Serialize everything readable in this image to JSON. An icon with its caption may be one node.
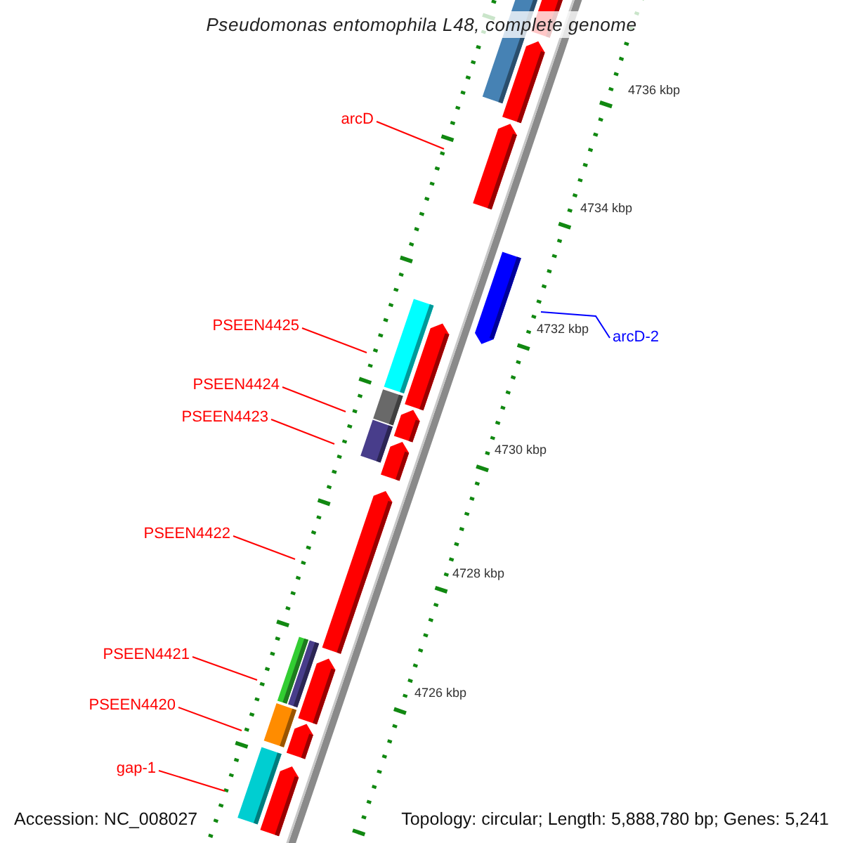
{
  "diagram": {
    "title": "Pseudomonas entomophila L48, complete genome",
    "nodes": [
      {
        "text": [
          "arcD"
        ]
      },
      {
        "text": [
          "PSEEN4425"
        ]
      },
      {
        "text": [
          "arcD-2"
        ]
      },
      {
        "text": [
          "PSEEN4424"
        ]
      },
      {
        "text": [
          "PSEEN4423"
        ]
      },
      {
        "text": [
          "PSEEN4422"
        ]
      },
      {
        "text": [
          "PSEEN4421"
        ]
      },
      {
        "text": [
          "PSEEN4420"
        ]
      },
      {
        "text": [
          "gap-1"
        ]
      }
    ],
    "edges": [
      {
        "from": 0,
        "to": null,
        "arrow": "none"
      },
      {
        "from": 1,
        "to": null,
        "arrow": "none"
      },
      {
        "from": 2,
        "to": null,
        "arrow": "none",
        "color": "#0000ff"
      },
      {
        "from": 3,
        "to": null,
        "arrow": "none"
      },
      {
        "from": 4,
        "to": null,
        "arrow": "none"
      },
      {
        "from": 5,
        "to": null,
        "arrow": "none"
      },
      {
        "from": 6,
        "to": null,
        "arrow": "none"
      },
      {
        "from": 7,
        "to": null,
        "arrow": "none"
      },
      {
        "from": 8,
        "to": null,
        "arrow": "none"
      }
    ],
    "labels": [
      "4736 kbp",
      "4734 kbp",
      "4732 kbp",
      "4730 kbp",
      "4728 kbp",
      "4726 kbp",
      "Accession: NC_008027",
      "Topology: circular; Length: 5,888,780 bp; Genes: 5,241"
    ]
  }
}
